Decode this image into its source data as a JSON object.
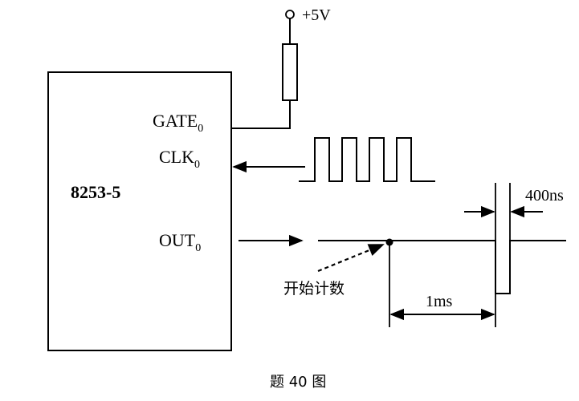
{
  "diagram": {
    "chip_label": "8253-5",
    "pins": {
      "gate": {
        "name": "GATE",
        "sub": "0"
      },
      "clk": {
        "name": "CLK",
        "sub": "0"
      },
      "out": {
        "name": "OUT",
        "sub": "0"
      }
    },
    "supply_label": "+5V",
    "start_count_label": "开始计数",
    "duration_label": "1ms",
    "pulse_width_label": "400ns",
    "caption": "题 40 图"
  }
}
